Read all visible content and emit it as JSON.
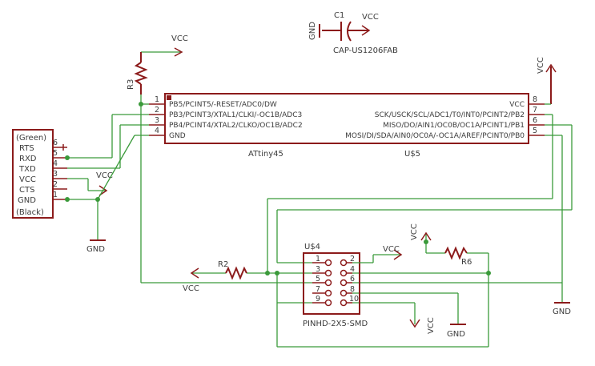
{
  "components": {
    "c1": {
      "ref": "C1",
      "value": "CAP-US1206FAB",
      "gnd": "GND",
      "vcc": "VCC"
    },
    "r3": {
      "ref": "R3",
      "vcc": "VCC"
    },
    "mcu": {
      "ref": "U$5",
      "value": "ATtiny45",
      "left_pins": [
        {
          "num": "1",
          "name": "PB5/PCINT5/-RESET/ADC0/DW"
        },
        {
          "num": "2",
          "name": "PB3/PCINT3/XTAL1/CLKI/-OC1B/ADC3"
        },
        {
          "num": "3",
          "name": "PB4/PCINT4/XTAL2/CLKO/OC1B/ADC2"
        },
        {
          "num": "4",
          "name": "GND"
        }
      ],
      "right_pins": [
        {
          "num": "8",
          "name": "VCC"
        },
        {
          "num": "7",
          "name": "SCK/USCK/SCL/ADC1/T0/INT0/PCINT2/PB2"
        },
        {
          "num": "6",
          "name": "MISO/DO/AIN1/OC0B/OC1A/PCINT1/PB1"
        },
        {
          "num": "5",
          "name": "MOSI/DI/SDA/AIN0/OC0A/-OC1A/AREF/PCINT0/PB0"
        }
      ],
      "vcc_label": "VCC"
    },
    "ftdi": {
      "top_label": "(Green)",
      "bottom_label": "(Black)",
      "pins": [
        "RTS",
        "RXD",
        "TXD",
        "VCC",
        "CTS",
        "GND"
      ],
      "pin_nums": [
        "6",
        "5",
        "4",
        "3",
        "2",
        "1"
      ],
      "vcc_label": "VCC",
      "gnd_label": "GND"
    },
    "isp": {
      "ref": "U$4",
      "value": "PINHD-2X5-SMD",
      "left_nums": [
        "1",
        "3",
        "5",
        "7",
        "9"
      ],
      "right_nums": [
        "2",
        "4",
        "6",
        "8",
        "10"
      ],
      "vcc_label": "VCC",
      "vcc_bottom_label": "VCC",
      "gnd_label": "GND"
    },
    "r2": {
      "ref": "R2",
      "vcc": "VCC"
    },
    "r6": {
      "ref": "R6",
      "vcc": "VCC",
      "gnd": "GND"
    }
  }
}
